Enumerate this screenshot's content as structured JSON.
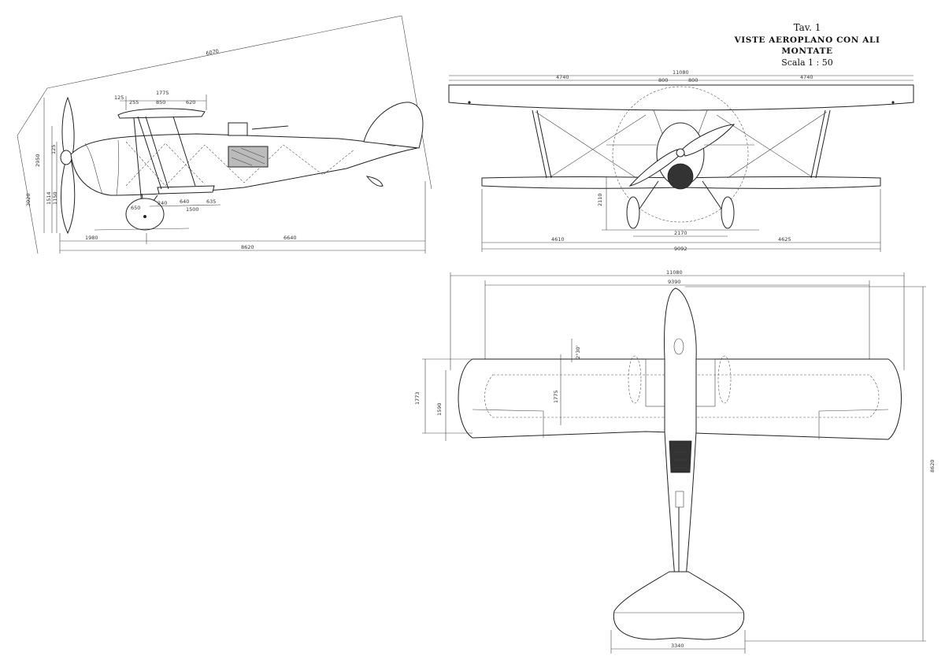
{
  "sheet": {
    "plate": "Tav. 1",
    "title": "VISTE AEROPLANO CON ALI MONTATE",
    "scale": "Scala 1 : 50"
  },
  "side_view": {
    "dims": {
      "diag_length": "6070",
      "d_125": "125",
      "d_255": "255",
      "d_1775": "1775",
      "d_850": "850",
      "d_620": "620",
      "h_2950": "2950",
      "h_3020": "3020",
      "h_1150": "1150",
      "h_125": "125",
      "h_1514": "1514",
      "d_640": "640",
      "d_240": "240",
      "d_635": "635",
      "d_650": "650",
      "d_1500": "1500",
      "d_1980": "1980",
      "d_6640": "6640",
      "d_8620": "8620"
    }
  },
  "front_view": {
    "dims": {
      "span": "11080",
      "left_half": "4740",
      "d_800a": "800",
      "d_800b": "800",
      "right_half": "4740",
      "height": "2110",
      "track": "2170",
      "low_left": "4610",
      "low_right": "4625",
      "low_span": "9092"
    }
  },
  "top_view": {
    "dims": {
      "span": "11080",
      "lower_span": "9390",
      "chord_upper": "1773",
      "chord_lower": "1590",
      "chord_mid": "1775",
      "sweep_angle": "2°30'",
      "length": "8620",
      "tail_span": "3340"
    }
  }
}
